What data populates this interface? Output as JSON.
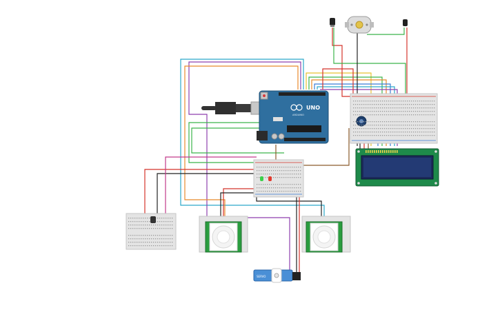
{
  "arduino": {
    "logo_text": "UNO",
    "brand_text": "ARDUINO"
  },
  "servo": {
    "label": "SERVO"
  },
  "colors": {
    "board_blue": "#2f6f9f",
    "breadboard": "#e4e4e4",
    "lcd_green": "#1e8a4a",
    "lcd_screen": "#1b2a5a",
    "pir_green": "#2a9d3f",
    "wire_red": "#d4332a",
    "wire_green": "#3bb34a",
    "wire_orange": "#e8892b",
    "wire_yellow": "#e6c22e",
    "wire_blue": "#3a7bd5",
    "wire_purple": "#8e3fae",
    "wire_teal": "#2aa7c9",
    "wire_brown": "#8a5a2b",
    "wire_black": "#222222"
  }
}
